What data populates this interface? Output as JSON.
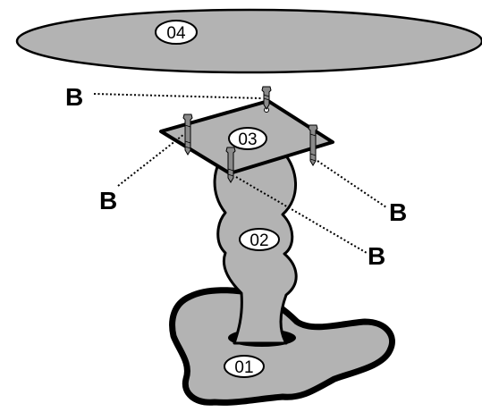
{
  "parts": {
    "tabletop": {
      "label": "04"
    },
    "mount_plate": {
      "label": "03"
    },
    "column": {
      "label": "02"
    },
    "base": {
      "label": "01"
    }
  },
  "callouts": {
    "top": "B",
    "left": "B",
    "right": "B",
    "bottom_right": "B"
  },
  "colors": {
    "part_fill": "#b3b3b3",
    "outline": "#000000",
    "background": "#ffffff"
  }
}
